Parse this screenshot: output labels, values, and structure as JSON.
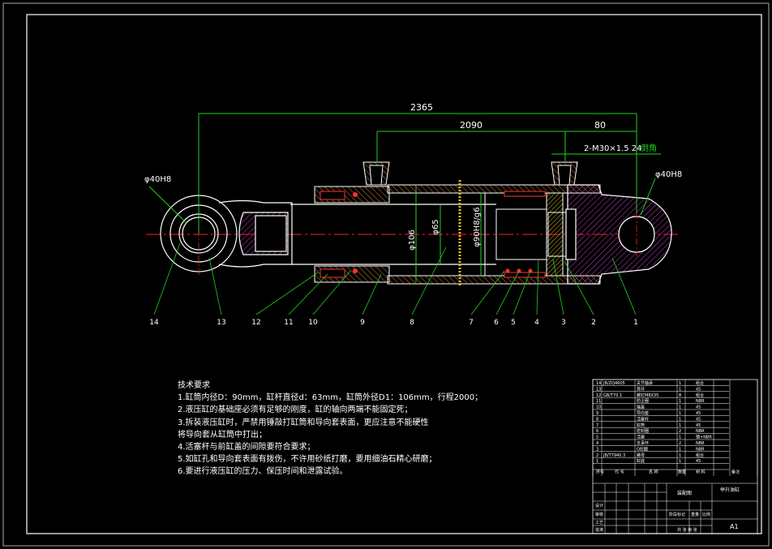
{
  "drawing": {
    "colors": {
      "background": "#000000",
      "frame": "#ffffff",
      "outline": "#ffffff",
      "centerline": "#ff2020",
      "dimension": "#20d020",
      "hatch": "#c040c0",
      "hatch_alt": "#d08030",
      "seal": "#ff3030",
      "yellow": "#e0c020"
    },
    "dimensions": {
      "overall_length": "2365",
      "stroke_length": "2090",
      "port_offset": "80",
      "thread_note": "2-M30×1.5 24",
      "thread_note_suffix": "倒角",
      "pin_left": "φ40H8",
      "pin_right": "φ40H8",
      "rod_dia": "φ106",
      "rod_inner": "φ65",
      "bore_fit": "φ90H8/g6"
    },
    "callouts": [
      "14",
      "13",
      "12",
      "11",
      "10",
      "9",
      "8",
      "7",
      "6",
      "5",
      "4",
      "3",
      "2",
      "1"
    ]
  },
  "notes": {
    "title": "技术要求",
    "lines": [
      "1.缸筒内径D：90mm，缸杆直径d：63mm，缸筒外径D1：106mm，行程2000；",
      "2.液压缸的基础座必须有足够的刚度，缸的轴向两端不能固定死；",
      "3.拆装液压缸时，严禁用锤敲打缸筒和导向套表面，更应注意不能硬性",
      "将导向套从缸筒中打出；",
      "4.活塞杆与前缸盖的间隙要符合要求；",
      "5.如缸孔和导向套表面有拨伤，不许用砂纸打磨，要用细油石精心研磨；",
      "6.要进行液压缸的压力、保压时间和泄露试验。"
    ]
  },
  "title_block": {
    "drawing_name": "举升油缸",
    "company": "装配图",
    "sheet_size": "A1",
    "parts_header": [
      "序号",
      "代 号",
      "名 称",
      "数量",
      "材 料",
      "备注"
    ],
    "parts": [
      {
        "no": "14",
        "code": "JB/ZQ4605",
        "name": "关节轴承",
        "qty": "1",
        "mat": "组合"
      },
      {
        "no": "13",
        "code": "",
        "name": "耳环",
        "qty": "1",
        "mat": "45"
      },
      {
        "no": "12",
        "code": "GB/T70.1",
        "name": "螺钉M8X35",
        "qty": "8",
        "mat": "组合"
      },
      {
        "no": "11",
        "code": "",
        "name": "防尘圈",
        "qty": "1",
        "mat": "NBR"
      },
      {
        "no": "10",
        "code": "",
        "name": "端盖",
        "qty": "1",
        "mat": "45"
      },
      {
        "no": "9",
        "code": "",
        "name": "导向套",
        "qty": "1",
        "mat": "45"
      },
      {
        "no": "8",
        "code": "",
        "name": "活塞杆",
        "qty": "1",
        "mat": "45"
      },
      {
        "no": "7",
        "code": "",
        "name": "缸筒",
        "qty": "1",
        "mat": "45"
      },
      {
        "no": "6",
        "code": "",
        "name": "密封圈",
        "qty": "2",
        "mat": "NBR"
      },
      {
        "no": "5",
        "code": "",
        "name": "活塞",
        "qty": "1",
        "mat": "钢+NBR"
      },
      {
        "no": "4",
        "code": "",
        "name": "支承环",
        "qty": "2",
        "mat": "NBR"
      },
      {
        "no": "3",
        "code": "",
        "name": "O形圈",
        "qty": "1",
        "mat": "NBR"
      },
      {
        "no": "2",
        "code": "JB/T7940.3",
        "name": "螺母",
        "qty": "1",
        "mat": "组合"
      },
      {
        "no": "1",
        "code": "",
        "name": "缸底",
        "qty": "1",
        "mat": "45"
      }
    ],
    "labels": {
      "design": "设计",
      "check": "审核",
      "process": "工艺",
      "approve": "批准",
      "scale": "比例",
      "weight": "重量",
      "stage": "阶段标记",
      "sheet": "共 张 第 张"
    }
  }
}
